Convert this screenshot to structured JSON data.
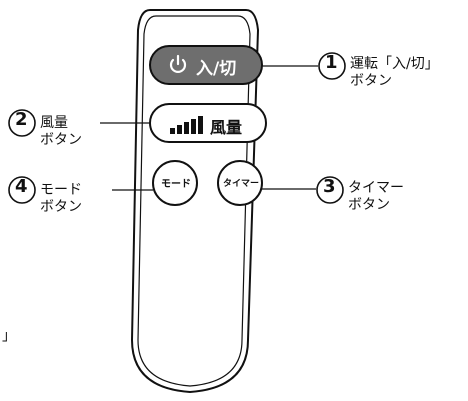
{
  "remote": {
    "power_button": {
      "icon": "power-icon",
      "label": "入/切"
    },
    "fan_button": {
      "icon": "signal-bars-icon",
      "label": "風量"
    },
    "mode_button": {
      "label": "モード"
    },
    "timer_button": {
      "label": "タイマー"
    }
  },
  "callouts": [
    {
      "number": "1",
      "text_line1": "運転「入/切」",
      "text_line2": "ボタン"
    },
    {
      "number": "2",
      "text_line1": "風量",
      "text_line2": "ボタン"
    },
    {
      "number": "3",
      "text_line1": "タイマー",
      "text_line2": "ボタン"
    },
    {
      "number": "4",
      "text_line1": "モード",
      "text_line2": "ボタン"
    }
  ],
  "stray_text": "」"
}
